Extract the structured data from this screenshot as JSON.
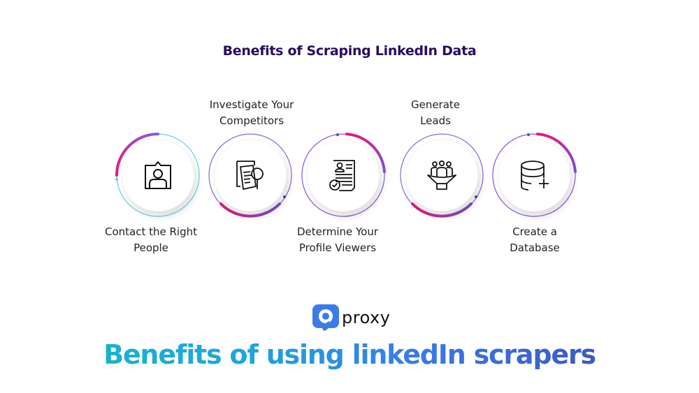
{
  "title": "Benefits of Scraping LinkedIn Data",
  "benefits": [
    {
      "label_line1": "Contact the Right",
      "label_line2": "People",
      "icon": "contact-card-icon",
      "label_position": "below"
    },
    {
      "label_line1": "Investigate Your",
      "label_line2": "Competitors",
      "icon": "document-magnifier-icon",
      "label_position": "above"
    },
    {
      "label_line1": "Determine Your",
      "label_line2": "Profile Viewers",
      "icon": "resume-check-icon",
      "label_position": "below"
    },
    {
      "label_line1": "Generate",
      "label_line2": "Leads",
      "icon": "people-funnel-icon",
      "label_position": "above"
    },
    {
      "label_line1": "Create a",
      "label_line2": "Database",
      "icon": "database-add-icon",
      "label_position": "below"
    }
  ],
  "brand": {
    "name": "proxy",
    "logo_icon": "q-logo-icon",
    "logo_color": "#3d7be8"
  },
  "headline": "Benefits of using linkedIn scrapers",
  "colors": {
    "title": "#2a0a5e",
    "ring_pink": "#e8157e",
    "ring_purple": "#7b4fd6",
    "ring_cyan": "#4fd0e6",
    "headline_start": "#12bcc8",
    "headline_end": "#3e45b0"
  }
}
